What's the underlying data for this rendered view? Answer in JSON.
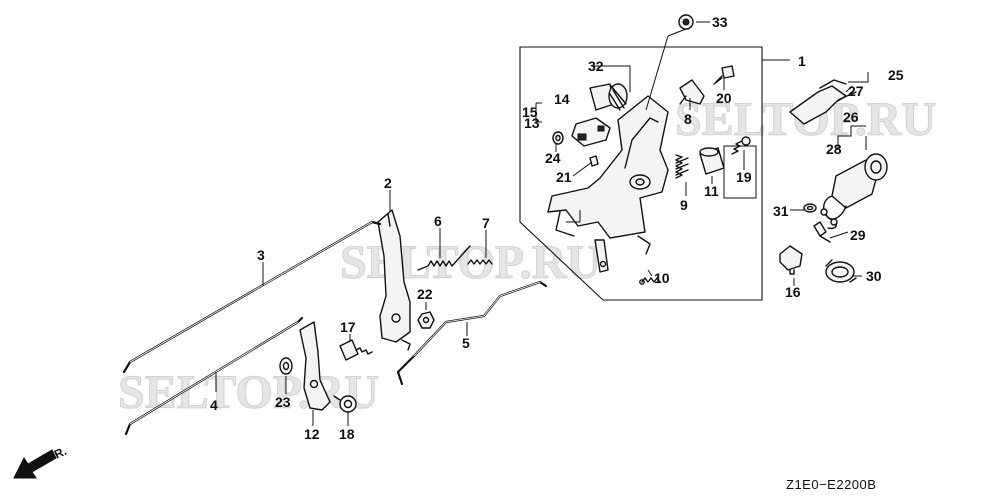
{
  "callouts": {
    "c1": "1",
    "c2": "2",
    "c3": "3",
    "c4": "4",
    "c5": "5",
    "c6": "6",
    "c7": "7",
    "c8": "8",
    "c9": "9",
    "c10": "10",
    "c11": "11",
    "c12": "12",
    "c13": "13",
    "c14": "14",
    "c15": "15",
    "c16": "16",
    "c17": "17",
    "c18": "18",
    "c19": "19",
    "c20": "20",
    "c21": "21",
    "c22": "22",
    "c23": "23",
    "c24": "24",
    "c25": "25",
    "c26": "26",
    "c27": "27",
    "c28": "28",
    "c29": "29",
    "c30": "30",
    "c31": "31",
    "c32": "32",
    "c33": "33"
  },
  "watermark": {
    "text": "SELTOP.RU"
  },
  "direction_label": "FR.",
  "diagram_code": "Z1E0−E2200B",
  "colors": {
    "line": "#111111",
    "watermark": "#cfcfcf",
    "background": "#ffffff"
  }
}
